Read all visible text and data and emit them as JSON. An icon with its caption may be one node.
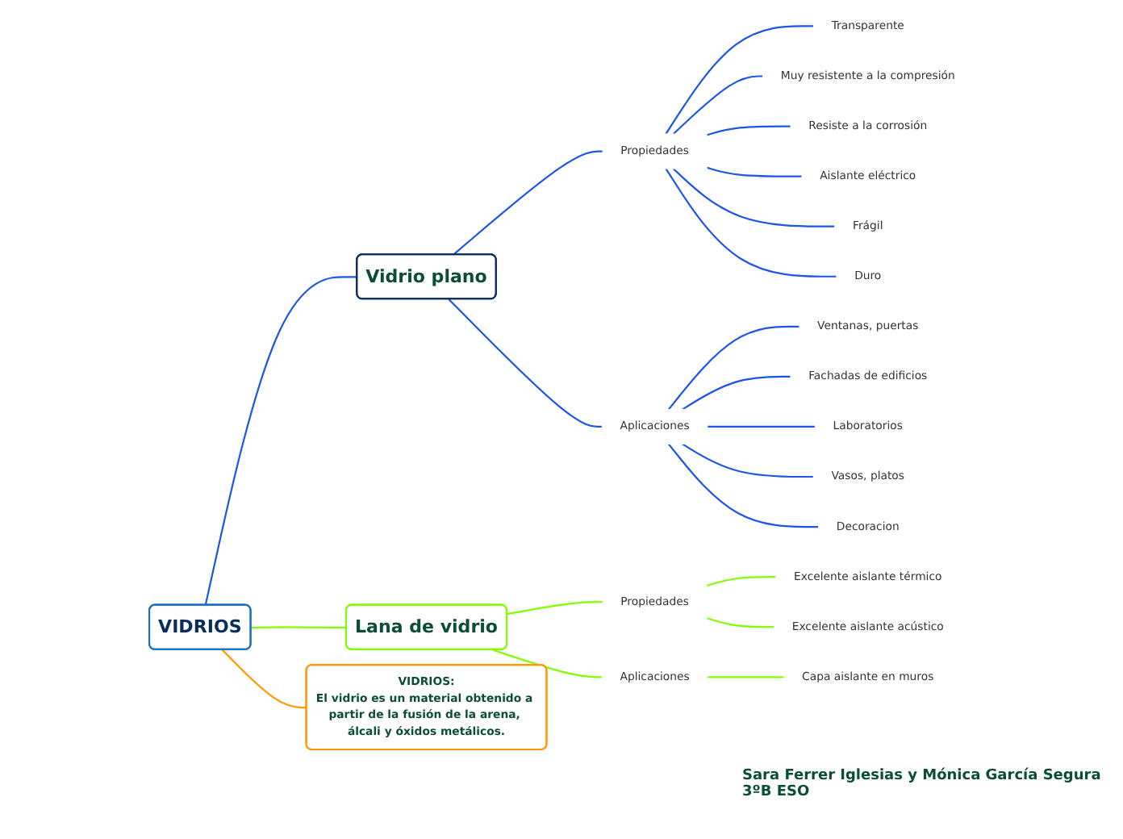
{
  "diagram": {
    "nodes": [
      {
        "text": [
          "VIDRIOS"
        ]
      },
      {
        "text": [
          "VIDRIOS:",
          "El vidrio es un material obtenido a partir de la fusión de la arena, álcali y óxidos metálicos."
        ]
      },
      {
        "text": [
          "Vidrio plano"
        ]
      },
      {
        "text": [
          "Propiedades"
        ]
      },
      {
        "text": [
          "Transparente"
        ]
      },
      {
        "text": [
          "Muy resistente a la compresión"
        ]
      },
      {
        "text": [
          "Resiste  a la corrosión"
        ]
      },
      {
        "text": [
          "Aislante eléctrico"
        ]
      },
      {
        "text": [
          "Frágil"
        ]
      },
      {
        "text": [
          "Duro"
        ]
      },
      {
        "text": [
          "Aplicaciones"
        ]
      },
      {
        "text": [
          "Ventanas, puertas"
        ]
      },
      {
        "text": [
          "Fachadas de edificios"
        ]
      },
      {
        "text": [
          "Laboratorios"
        ]
      },
      {
        "text": [
          "Vasos, platos"
        ]
      },
      {
        "text": [
          "Decoracion"
        ]
      },
      {
        "text": [
          "Lana de vidrio"
        ]
      },
      {
        "text": [
          "Propiedades"
        ]
      },
      {
        "text": [
          "Excelente aislante térmico"
        ]
      },
      {
        "text": [
          "Excelente aislante acústico"
        ]
      },
      {
        "text": [
          "Aplicaciones"
        ]
      },
      {
        "text": [
          "Capa aislante en muros"
        ]
      }
    ],
    "edges": [
      {
        "from": 0,
        "to": 1,
        "arrow": "none",
        "color": "#ff9900"
      },
      {
        "from": 0,
        "to": 2,
        "arrow": "none"
      },
      {
        "from": 2,
        "to": 3,
        "arrow": "none"
      },
      {
        "from": 3,
        "to": 4,
        "arrow": "none"
      },
      {
        "from": 3,
        "to": 5,
        "arrow": "none"
      },
      {
        "from": 3,
        "to": 6,
        "arrow": "none"
      },
      {
        "from": 3,
        "to": 7,
        "arrow": "none"
      },
      {
        "from": 3,
        "to": 8,
        "arrow": "none"
      },
      {
        "from": 3,
        "to": 9,
        "arrow": "none"
      },
      {
        "from": 2,
        "to": 10,
        "arrow": "none"
      },
      {
        "from": 10,
        "to": 11,
        "arrow": "none"
      },
      {
        "from": 10,
        "to": 12,
        "arrow": "none"
      },
      {
        "from": 10,
        "to": 13,
        "arrow": "none"
      },
      {
        "from": 10,
        "to": 14,
        "arrow": "none"
      },
      {
        "from": 10,
        "to": 15,
        "arrow": "none"
      },
      {
        "from": 0,
        "to": 16,
        "arrow": "none",
        "color": "#80ff00"
      },
      {
        "from": 16,
        "to": 17,
        "arrow": "none",
        "color": "#80ff00"
      },
      {
        "from": 17,
        "to": 18,
        "arrow": "none",
        "color": "#80ff00"
      },
      {
        "from": 17,
        "to": 19,
        "arrow": "none",
        "color": "#80ff00"
      },
      {
        "from": 16,
        "to": 20,
        "arrow": "none",
        "color": "#80ff00"
      },
      {
        "from": 20,
        "to": 21,
        "arrow": "none",
        "color": "#80ff00"
      }
    ],
    "labels": [
      "Sara Ferrer Iglesias y Mónica García Segura",
      "3ºB ESO"
    ]
  }
}
